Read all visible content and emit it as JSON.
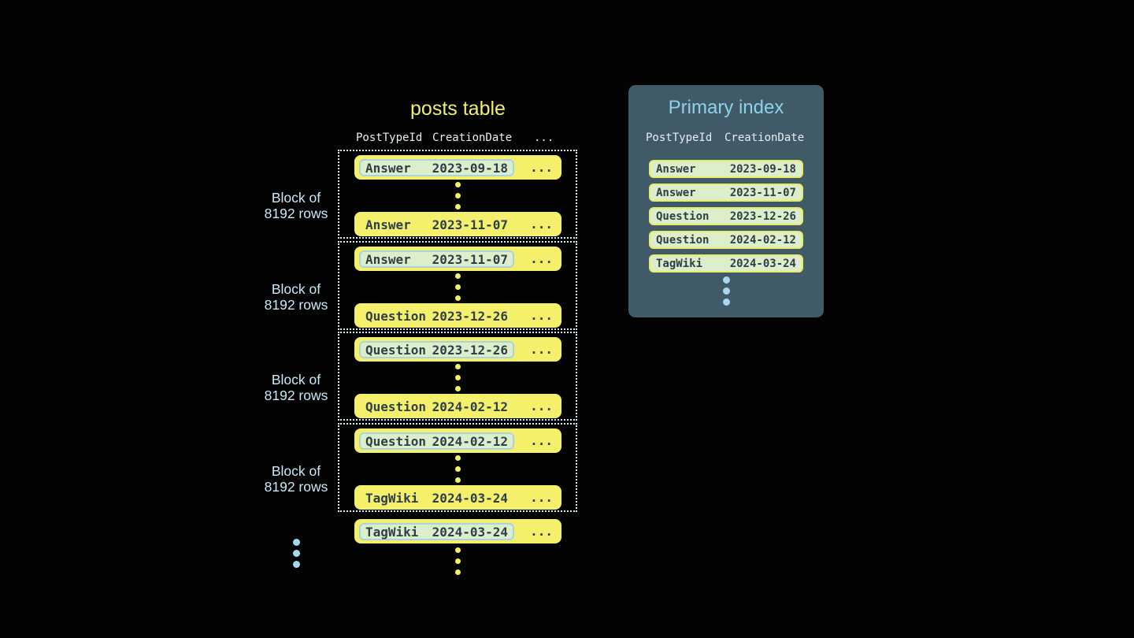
{
  "colors": {
    "bg": "#030303",
    "yellow": "#f4f06c",
    "title-yellow": "#f0ee72",
    "green": "#dcefca",
    "highlight-border": "#a7d3e2",
    "index-row-border": "#e8ea6a",
    "panel": "#415a68",
    "title-blue": "#8dd2ec",
    "label-blue": "#c7e9f8",
    "header-text": "#e8eef1",
    "dark-text": "#2e3e4a",
    "dotted-border": "#d6edf5",
    "dots-blue": "#a8d8f0"
  },
  "posts_table": {
    "title": "posts table",
    "columns": {
      "col1": "PostTypeId",
      "col2": "CreationDate",
      "col3": "..."
    },
    "ellipsis": "...",
    "blocks": [
      {
        "label": "Block of\n8192 rows",
        "first_row": {
          "type": "Answer",
          "date": "2023-09-18"
        },
        "last_row": {
          "type": "Answer",
          "date": "2023-11-07"
        }
      },
      {
        "label": "Block of\n8192 rows",
        "first_row": {
          "type": "Answer",
          "date": "2023-11-07"
        },
        "last_row": {
          "type": "Question",
          "date": "2023-12-26"
        }
      },
      {
        "label": "Block of\n8192 rows",
        "first_row": {
          "type": "Question",
          "date": "2023-12-26"
        },
        "last_row": {
          "type": "Question",
          "date": "2024-02-12"
        }
      },
      {
        "label": "Block of\n8192 rows",
        "first_row": {
          "type": "Question",
          "date": "2024-02-12"
        },
        "last_row": {
          "type": "TagWiki",
          "date": "2024-03-24"
        }
      }
    ],
    "overflow_row": {
      "type": "TagWiki",
      "date": "2024-03-24"
    }
  },
  "primary_index": {
    "title": "Primary index",
    "columns": {
      "col1": "PostTypeId",
      "col2": "CreationDate"
    },
    "rows": [
      {
        "type": "Answer",
        "date": "2023-09-18"
      },
      {
        "type": "Answer",
        "date": "2023-11-07"
      },
      {
        "type": "Question",
        "date": "2023-12-26"
      },
      {
        "type": "Question",
        "date": "2024-02-12"
      },
      {
        "type": "TagWiki",
        "date": "2024-03-24"
      }
    ]
  }
}
